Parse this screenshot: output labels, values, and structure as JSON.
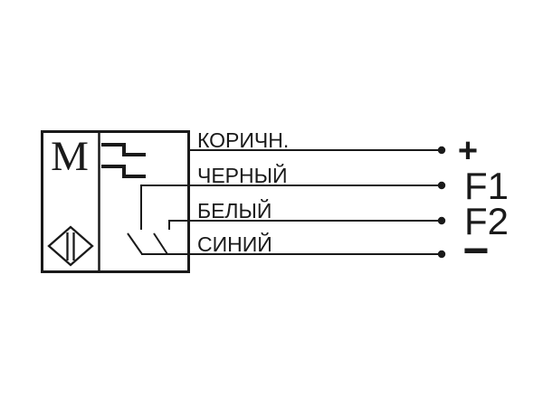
{
  "device": {
    "marking": "M"
  },
  "wires": [
    {
      "name": "brown",
      "label": "КОРИЧН.",
      "terminal": "+"
    },
    {
      "name": "black",
      "label": "ЧЕРНЫЙ",
      "terminal": "F1"
    },
    {
      "name": "white",
      "label": "БЕЛЫЙ",
      "terminal": "F2"
    },
    {
      "name": "blue",
      "label": "СИНИЙ",
      "terminal": "−"
    }
  ],
  "colors": {
    "line": "#1a1a1a",
    "background": "#ffffff"
  }
}
